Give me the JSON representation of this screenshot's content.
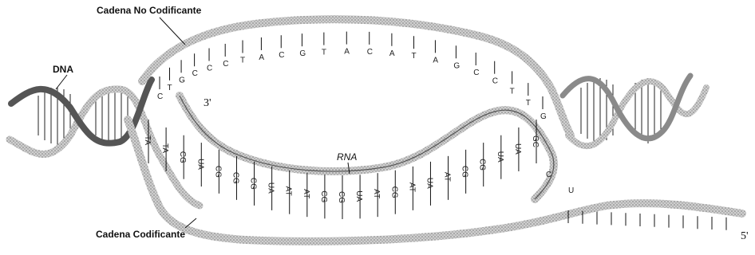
{
  "labels": {
    "dna": "DNA",
    "non_coding_strand": "Cadena No Codificante",
    "coding_strand": "Cadena Codificante",
    "rna": "RNA",
    "end3": "3'",
    "end5": "5'"
  },
  "template_bases": [
    "C",
    "T",
    "G",
    "C",
    "C",
    "C",
    "T",
    "A",
    "C",
    "G",
    "T",
    "A",
    "C",
    "A",
    "T",
    "A",
    "G",
    "C",
    "C",
    "T",
    "T",
    "G"
  ],
  "pair_bases": [
    "TA",
    "TA",
    "CG",
    "UA",
    "CG",
    "CG",
    "CG",
    "UA",
    "AT",
    "AT",
    "CG",
    "CG",
    "UA",
    "AT",
    "CG",
    "AT",
    "UA",
    "AT",
    "CG",
    "CG",
    "UA",
    "UA",
    "GC"
  ],
  "tail_bases": [
    "C",
    "U"
  ],
  "colors": {
    "strand": "#bdbdbd",
    "strand_dark": "#5a5a5a",
    "ink": "#111111"
  }
}
